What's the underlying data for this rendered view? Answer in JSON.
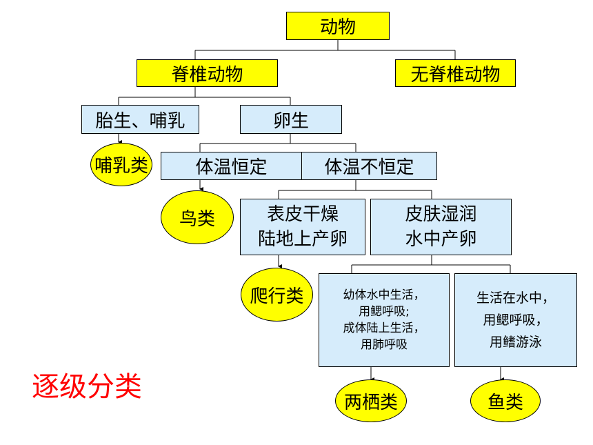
{
  "nodes": {
    "animal": "动物",
    "vertebrate": "脊椎动物",
    "invertebrate": "无脊椎动物",
    "viviparous": "胎生、哺乳",
    "oviparous": "卵生",
    "warm": "体温恒定",
    "cold": "体温不恒定",
    "dry_line1": "表皮干燥",
    "dry_line2": "陆地上产卵",
    "moist_line1": "皮肤湿润",
    "moist_line2": "水中产卵",
    "amph_line1": "幼体水中生活，",
    "amph_line2": "用鳃呼吸;",
    "amph_line3": "成体陆上生活，",
    "amph_line4": "用肺呼吸",
    "fish_line1": "生活在水中，",
    "fish_line2": "用鳃呼吸，",
    "fish_line3": "用鳍游泳"
  },
  "results": {
    "mammal": "哺乳类",
    "bird": "鸟类",
    "reptile": "爬行类",
    "amphibian": "两栖类",
    "fish": "鱼类"
  },
  "caption": "逐级分类",
  "colors": {
    "box_yellow": "#ffff00",
    "box_blue": "#d6ecfb",
    "caption": "#ff0000"
  }
}
